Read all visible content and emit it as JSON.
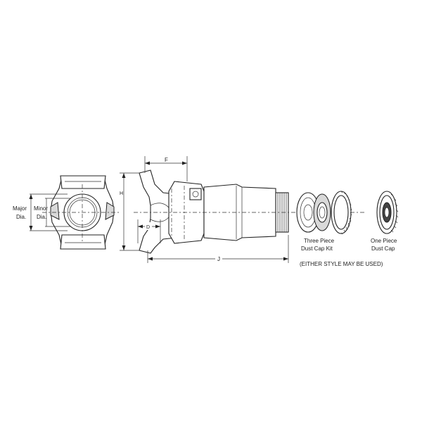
{
  "labels": {
    "major_dia_line1": "Major",
    "major_dia_line2": "Dia.",
    "minor_dia_line1": "Minor",
    "minor_dia_line2": "Dia.",
    "dim_f": "F",
    "dim_h": "H",
    "dim_d": "D",
    "dim_j": "J",
    "three_piece_line1": "Three Piece",
    "three_piece_line2": "Dust Cap Kit",
    "one_piece_line1": "One Piece",
    "one_piece_line2": "Dust Cap",
    "either_style": "(EITHER STYLE MAY BE USED)"
  }
}
